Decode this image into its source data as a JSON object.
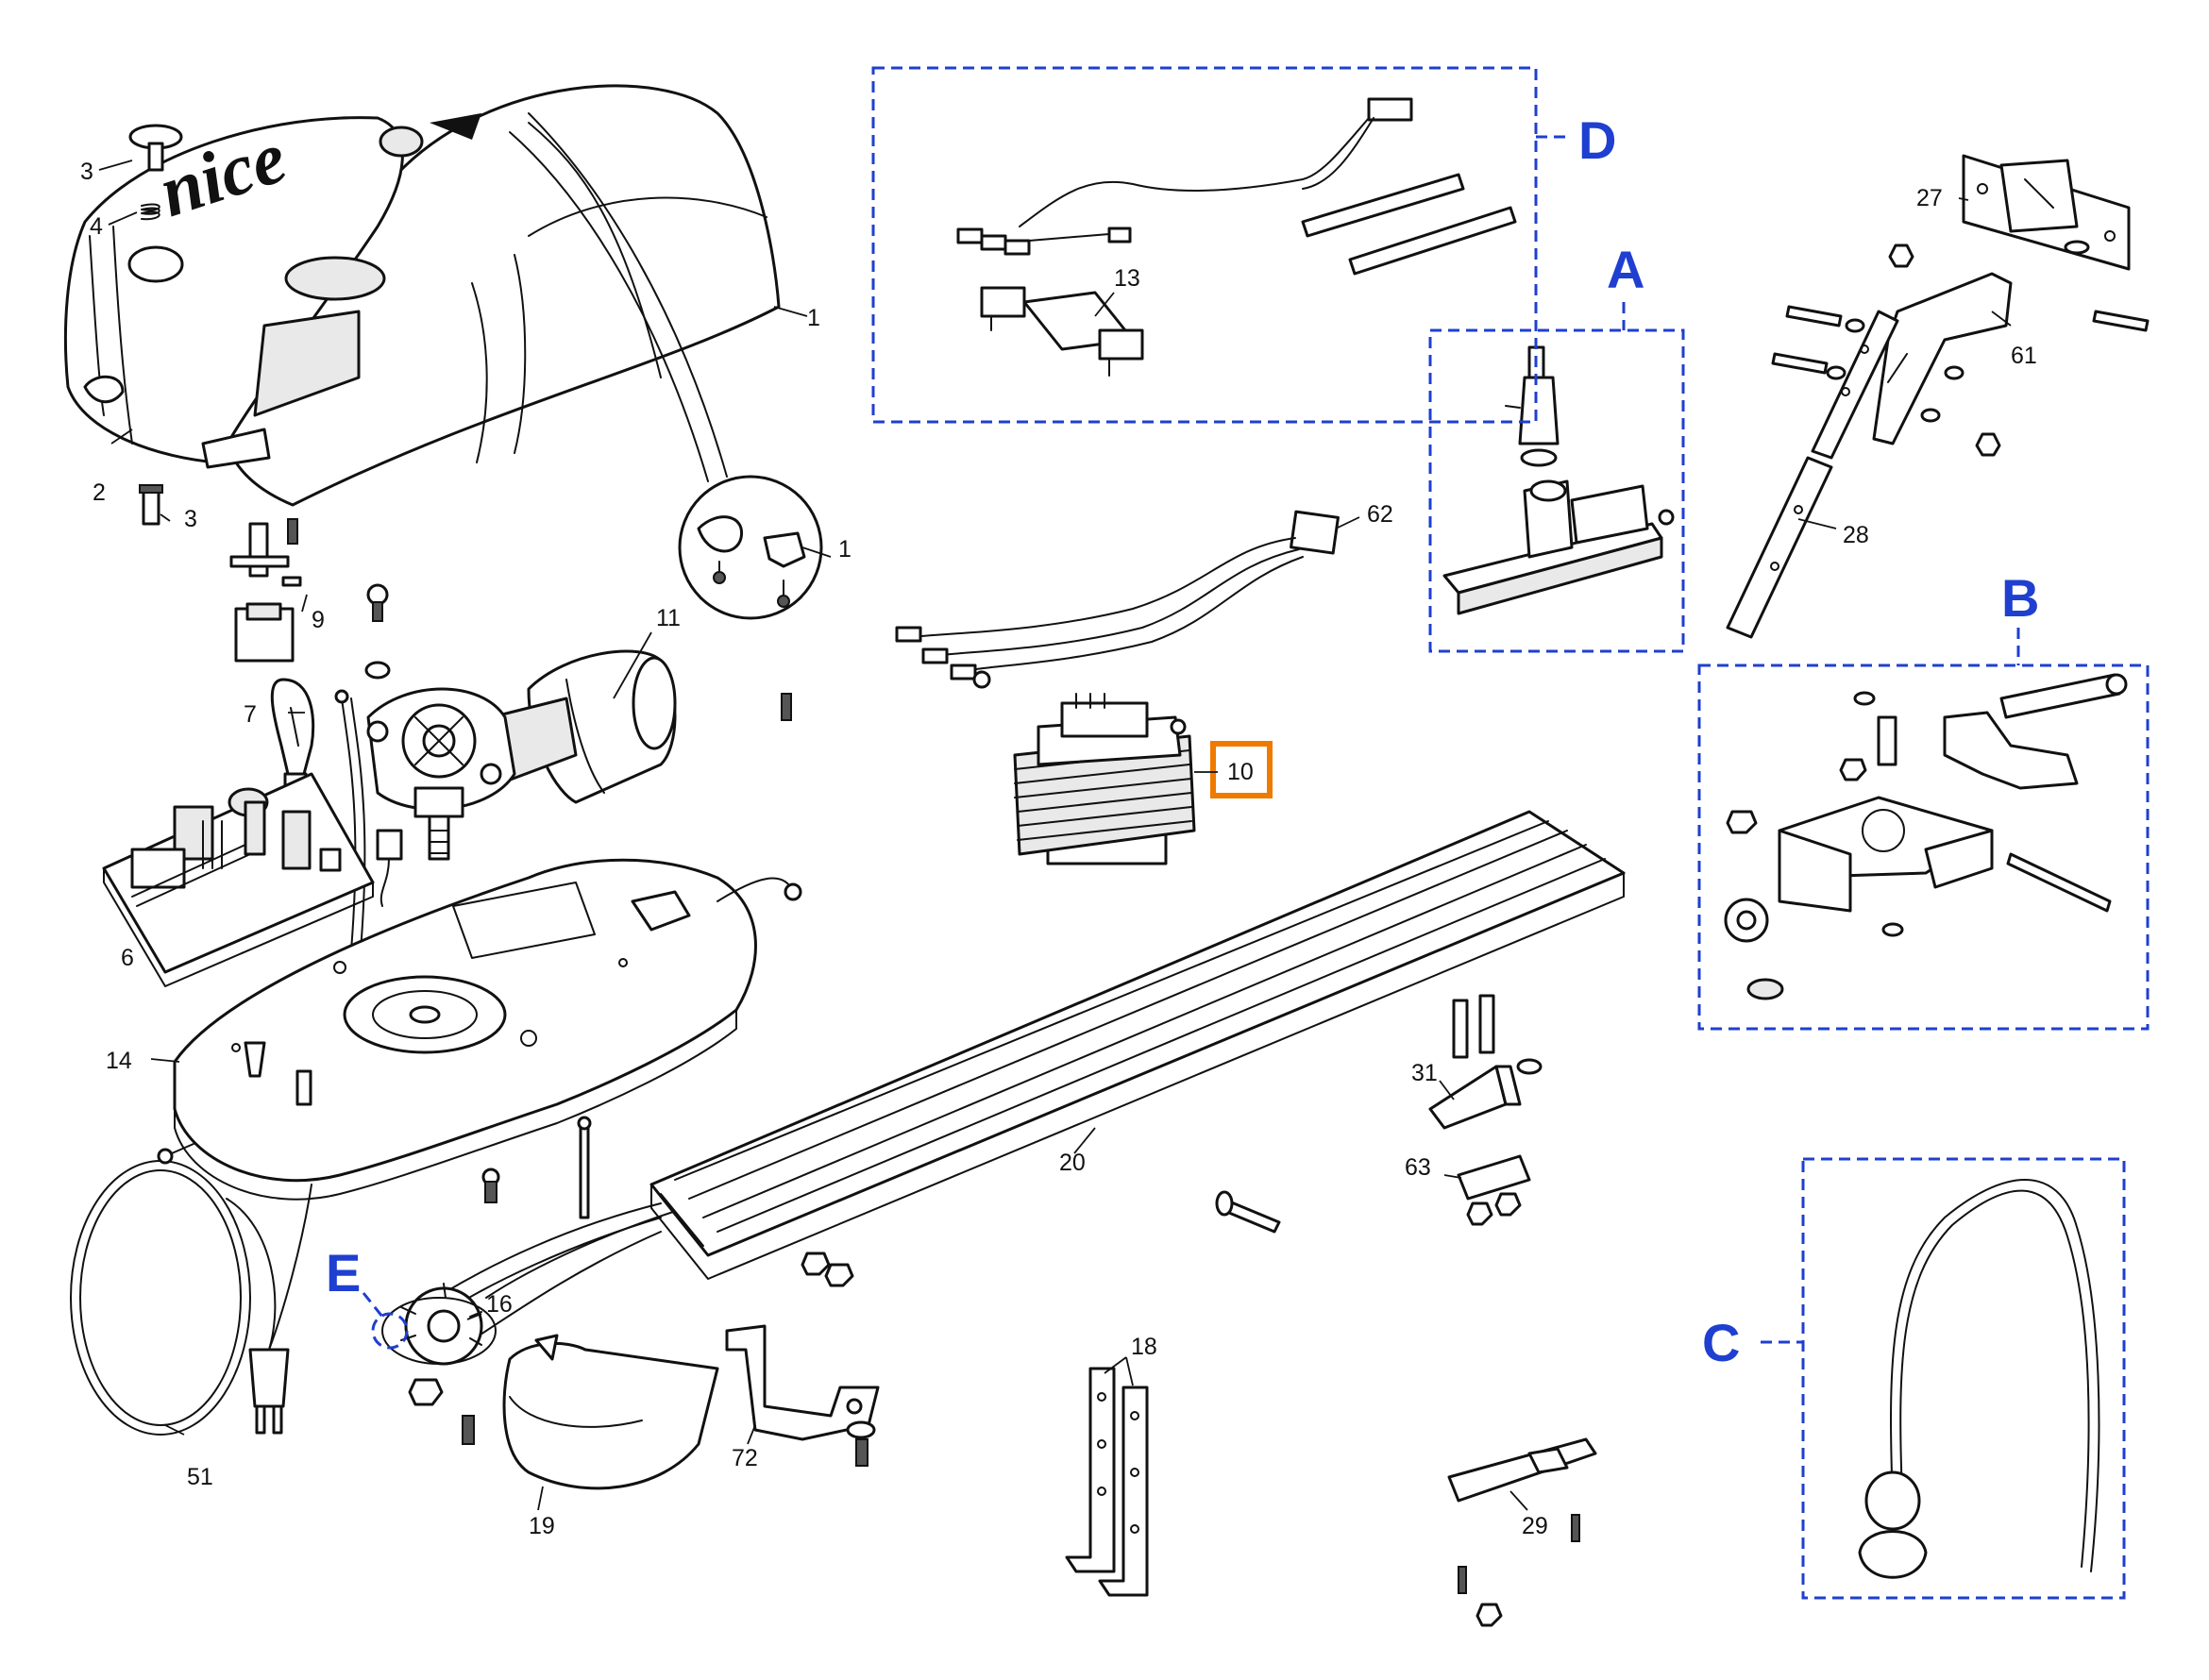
{
  "colors": {
    "section": "#1f3fd0",
    "highlight": "#f07a00",
    "ink": "#111111"
  },
  "logo_text": "nice",
  "sections": {
    "A": "A",
    "B": "B",
    "C": "C",
    "D": "D",
    "E": "E"
  },
  "callouts": {
    "c1": "1",
    "c2": "2",
    "c3a": "3",
    "c3b": "3",
    "c4": "4",
    "c6": "6",
    "c7": "7",
    "c9": "9",
    "c10": "10",
    "c11": "11",
    "c13": "13",
    "c14": "14",
    "c15": "1",
    "c16": "16",
    "c18": "18",
    "c19": "19",
    "c20": "20",
    "c27": "27",
    "c28": "28",
    "c29": "29",
    "c31": "31",
    "c51": "51",
    "c61": "61",
    "c62": "62",
    "c63": "63",
    "c72": "72"
  }
}
